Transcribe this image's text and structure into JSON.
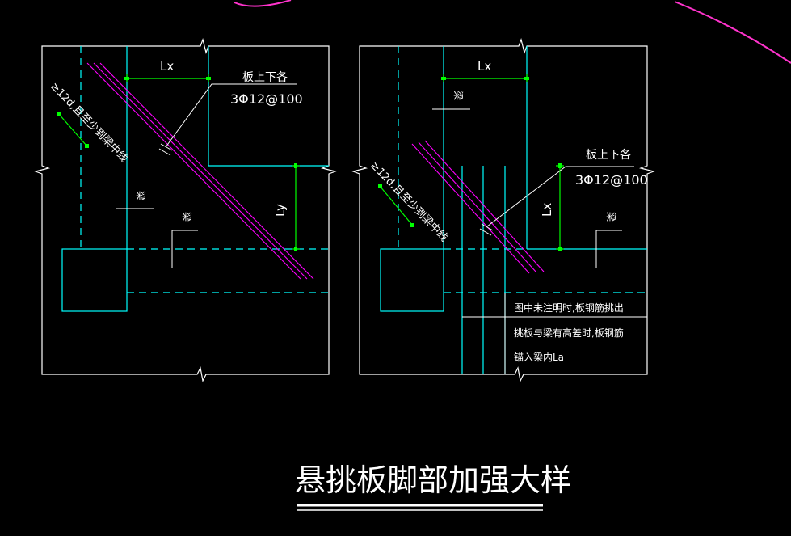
{
  "title": "悬挑板脚部加强大样",
  "colors": {
    "background": "#000000",
    "frame": "#ffffff",
    "beam": "#00ffff",
    "dimension": "#00ff00",
    "rebar": "#ff00ff",
    "annotation": "#ffffff",
    "cursor": "#ff33cc"
  },
  "left_detail": {
    "dim_lx": "Lx",
    "dim_ly": "Ly",
    "rebar_callout_line1": "板上下各",
    "rebar_callout_line2": "3Φ12@100",
    "anchor_note": "≥12d,且至少到梁中线",
    "beam_label_1": "梁",
    "beam_label_2": "梁"
  },
  "right_detail": {
    "dim_lx_top": "Lx",
    "dim_lx_side": "Lx",
    "rebar_callout_line1": "板上下各",
    "rebar_callout_line2": "3Φ12@100",
    "anchor_note": "≥12d,且至少到梁中线",
    "beam_label_1": "梁",
    "beam_label_2": "梁",
    "note_line1": "图中未注明时,板钢筋挑出",
    "note_line2": "挑板与梁有高差时,板钢筋",
    "note_line3": "锚入梁内La"
  }
}
